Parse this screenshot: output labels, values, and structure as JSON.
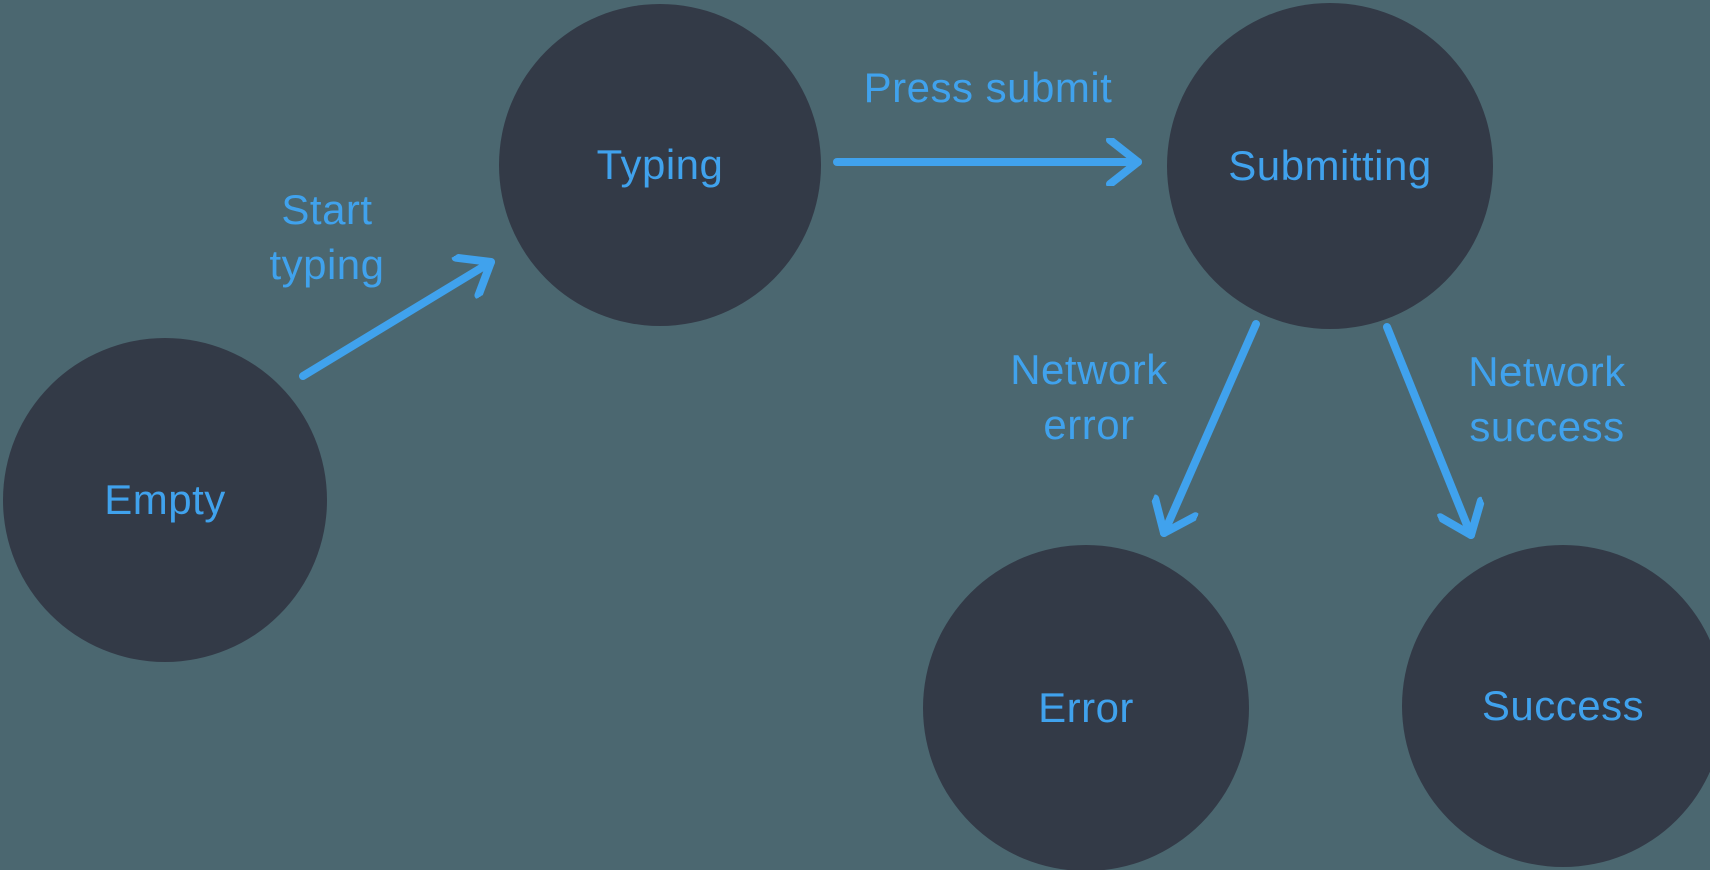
{
  "colors": {
    "background": "#4b6770",
    "node-fill": "#333a47",
    "accent": "#40a2ed"
  },
  "diagram": {
    "type": "state-machine",
    "nodes": [
      {
        "id": "empty",
        "label": "Empty"
      },
      {
        "id": "typing",
        "label": "Typing"
      },
      {
        "id": "submitting",
        "label": "Submitting"
      },
      {
        "id": "error",
        "label": "Error"
      },
      {
        "id": "success",
        "label": "Success"
      }
    ],
    "edges": [
      {
        "id": "start-typing",
        "from": "empty",
        "to": "typing",
        "label": "Start typing",
        "lines": [
          "Start",
          "typing"
        ]
      },
      {
        "id": "press-submit",
        "from": "typing",
        "to": "submitting",
        "label": "Press submit",
        "lines": [
          "Press submit"
        ]
      },
      {
        "id": "network-error",
        "from": "submitting",
        "to": "error",
        "label": "Network error",
        "lines": [
          "Network",
          "error"
        ]
      },
      {
        "id": "network-success",
        "from": "submitting",
        "to": "success",
        "label": "Network success",
        "lines": [
          "Network",
          "success"
        ]
      }
    ]
  }
}
